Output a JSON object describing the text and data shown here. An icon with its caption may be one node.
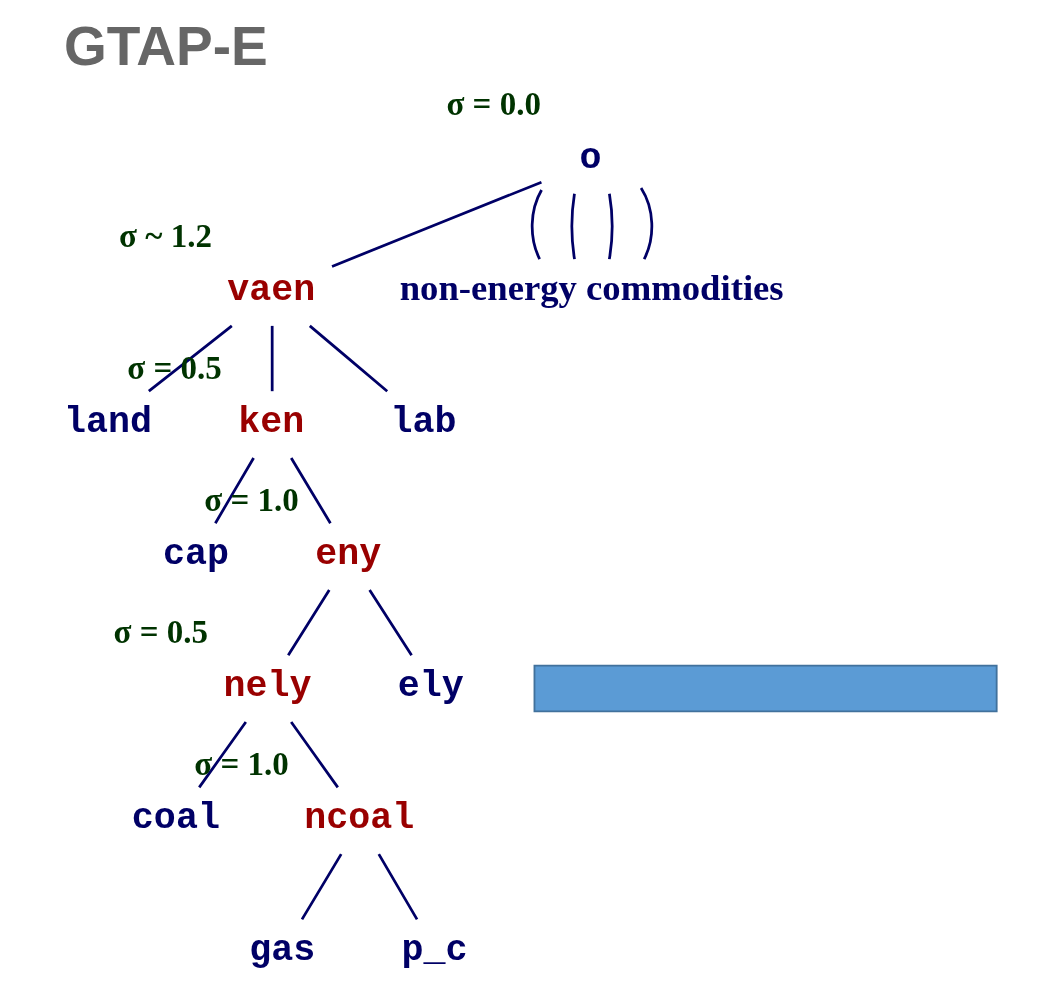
{
  "diagram": {
    "title": "GTAP-E",
    "nodes": [
      {
        "text": [
          "o"
        ],
        "beside": [
          "σ = 0.0"
        ]
      },
      {
        "text": [
          "vaen"
        ],
        "beside": [
          "σ ~ 1.2"
        ]
      },
      {
        "text": [
          "non-energy commodities"
        ]
      },
      {
        "text": [
          "land"
        ]
      },
      {
        "text": [
          "ken"
        ],
        "beside": [
          "σ = 0.5"
        ]
      },
      {
        "text": [
          "lab"
        ]
      },
      {
        "text": [
          "cap"
        ]
      },
      {
        "text": [
          "eny"
        ],
        "beside": [
          "σ = 1.0"
        ]
      },
      {
        "text": [
          "nely"
        ],
        "beside": [
          "σ = 0.5"
        ]
      },
      {
        "text": [
          "ely"
        ]
      },
      {
        "text": [
          "coal"
        ]
      },
      {
        "text": [
          "ncoal"
        ],
        "beside": [
          "σ = 1.0"
        ]
      },
      {
        "text": [
          "gas"
        ]
      },
      {
        "text": [
          "p_c"
        ]
      },
      {
        "text": [],
        "shape": "bar"
      }
    ],
    "edges": [
      {
        "from": 0,
        "to": 1,
        "arrow": "none"
      },
      {
        "from": 0,
        "to": 2,
        "arrow": "none"
      },
      {
        "from": 0,
        "to": 2,
        "arrow": "none"
      },
      {
        "from": 0,
        "to": 2,
        "arrow": "none"
      },
      {
        "from": 0,
        "to": 2,
        "arrow": "none"
      },
      {
        "from": 1,
        "to": 3,
        "arrow": "none"
      },
      {
        "from": 1,
        "to": 4,
        "arrow": "none"
      },
      {
        "from": 1,
        "to": 5,
        "arrow": "none"
      },
      {
        "from": 4,
        "to": 6,
        "arrow": "none"
      },
      {
        "from": 4,
        "to": 7,
        "arrow": "none"
      },
      {
        "from": 7,
        "to": 8,
        "arrow": "none"
      },
      {
        "from": 7,
        "to": 9,
        "arrow": "none"
      },
      {
        "from": 8,
        "to": 10,
        "arrow": "none"
      },
      {
        "from": 8,
        "to": 11,
        "arrow": "none"
      },
      {
        "from": 11,
        "to": 12,
        "arrow": "none"
      },
      {
        "from": 11,
        "to": 13,
        "arrow": "none"
      }
    ]
  }
}
